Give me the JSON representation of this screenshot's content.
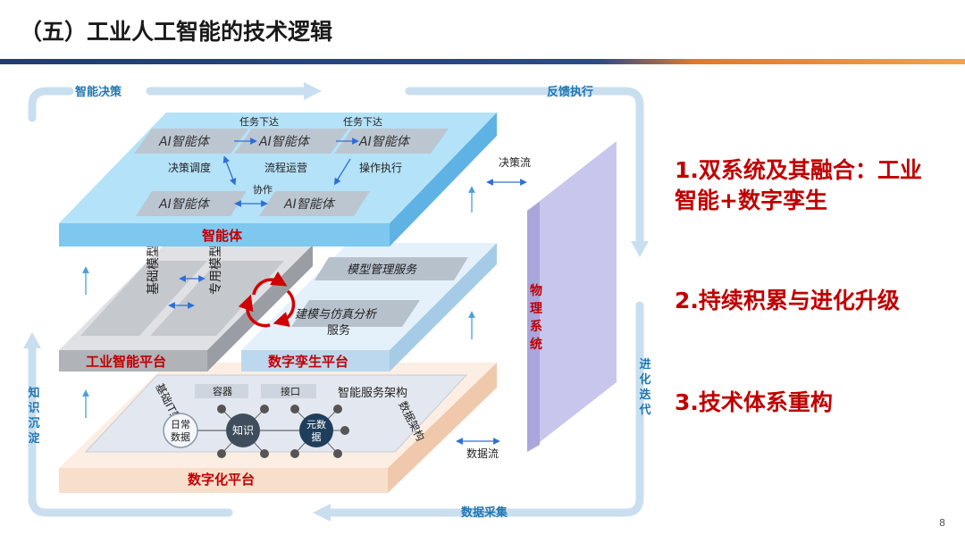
{
  "header": {
    "title": "（五）工业人工智能的技术逻辑"
  },
  "page_number": "8",
  "points": [
    {
      "line1": "1.双系统及其融合：工业",
      "line2": "智能+数字孪生"
    },
    {
      "line1": "2.持续积累与进化升级"
    },
    {
      "line1": "3.技术体系重构"
    }
  ],
  "diagram": {
    "loop": {
      "top_left": "智能决策",
      "top_right": "反馈执行",
      "right": "进化迭代",
      "bottom": "数据采集",
      "left": "知识沉淀"
    },
    "agent_layer": {
      "name": "智能体",
      "agent": "AI智能体",
      "task_down": "任务下达",
      "decision_schedule": "决策调度",
      "process_ops": "流程运营",
      "operate_exec": "操作执行",
      "cooperate": "协作"
    },
    "decision_flow": "决策流",
    "data_flow": "数据流",
    "physical_system": "物理系统",
    "ii_platform": {
      "name": "工业智能平台",
      "base_model": "基础模型",
      "domain_model": "专用模型"
    },
    "dt_platform": {
      "name": "数字孪生平台",
      "model_mgmt": "模型管理服务",
      "modeling": "建模与仿真分析",
      "service": "服务"
    },
    "digital_platform": {
      "name": "数字化平台",
      "infra": "基础IT架构",
      "container": "容器",
      "interface": "接口",
      "smart_service": "智能服务架构",
      "daily_data_1": "日常",
      "daily_data_2": "数据",
      "knowledge": "知识",
      "meta_data_1": "元数",
      "meta_data_2": "据",
      "data_arch": "数据架构"
    }
  }
}
